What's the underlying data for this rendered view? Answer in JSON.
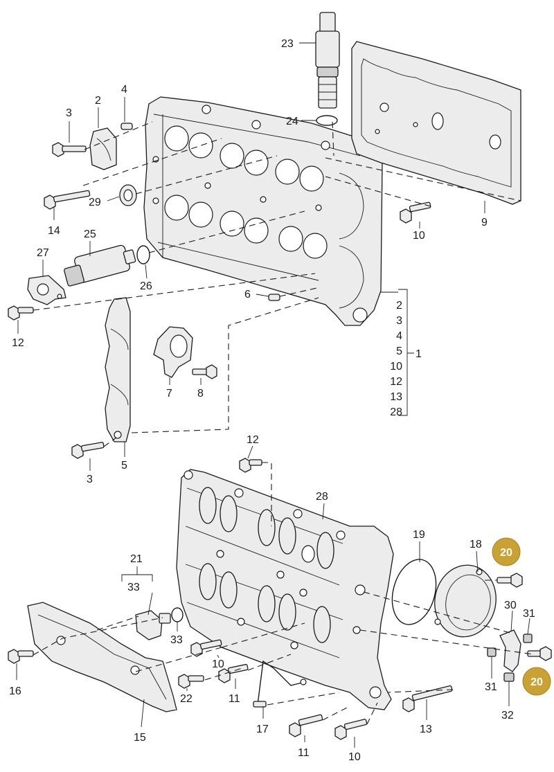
{
  "callouts": {
    "c23": "23",
    "c24": "24",
    "c9": "9",
    "c2": "2",
    "c4": "4",
    "c3a": "3",
    "c29": "29",
    "c14": "14",
    "c10a": "10",
    "c25": "25",
    "c27": "27",
    "c26": "26",
    "c6": "6",
    "c12a": "12",
    "c7": "7",
    "c8": "8",
    "c3b": "3",
    "c5": "5",
    "c12b": "12",
    "c28": "28",
    "c19": "19",
    "c18": "18",
    "c21": "21",
    "c33a": "33",
    "c33b": "33",
    "c30": "30",
    "c31a": "31",
    "c31b": "31",
    "c16": "16",
    "c10b": "10",
    "c22": "22",
    "c11a": "11",
    "c17": "17",
    "c11b": "11",
    "c10c": "10",
    "c13": "13",
    "c32": "32",
    "c15": "15",
    "c1": "1"
  },
  "group_list": [
    "2",
    "3",
    "4",
    "5",
    "10",
    "12",
    "13",
    "28"
  ],
  "badges": {
    "b20a": "20",
    "b20b": "20"
  },
  "colors": {
    "badge": "#c9a233",
    "line": "#1a1a1a",
    "part_fill": "#ececec"
  }
}
